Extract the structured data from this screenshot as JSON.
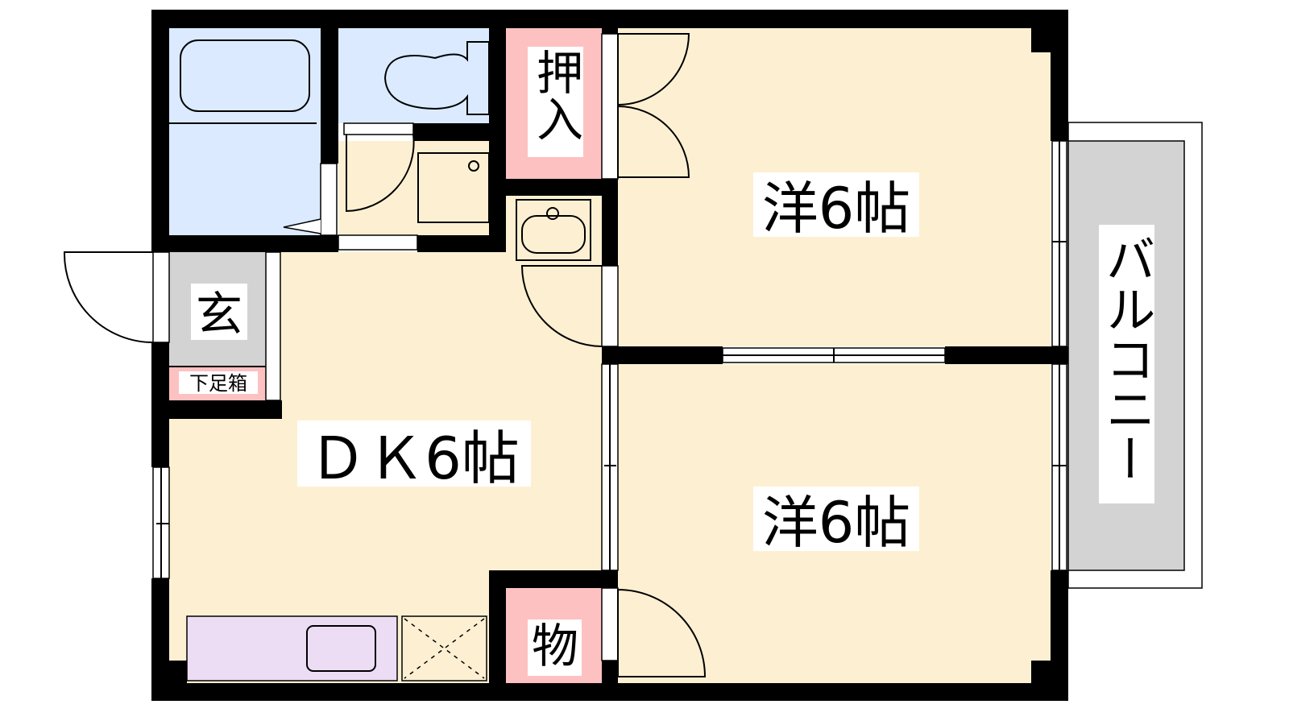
{
  "floor_plan": {
    "rooms": {
      "western_room_1": "洋6帖",
      "western_room_2": "洋6帖",
      "dining_kitchen": "ＤＫ6帖",
      "entrance": "玄",
      "shoe_cabinet": "下足箱",
      "closet": "押入",
      "storage": "物",
      "balcony": "バルコニー"
    },
    "colors": {
      "room_floor": "#fdf0d2",
      "wet_area": "#dbeafe",
      "storage": "#fdc1c1",
      "entrance": "#d3d3d3",
      "balcony": "#d3d3d3",
      "kitchen": "#ecdcf4",
      "wall": "#000000"
    }
  }
}
